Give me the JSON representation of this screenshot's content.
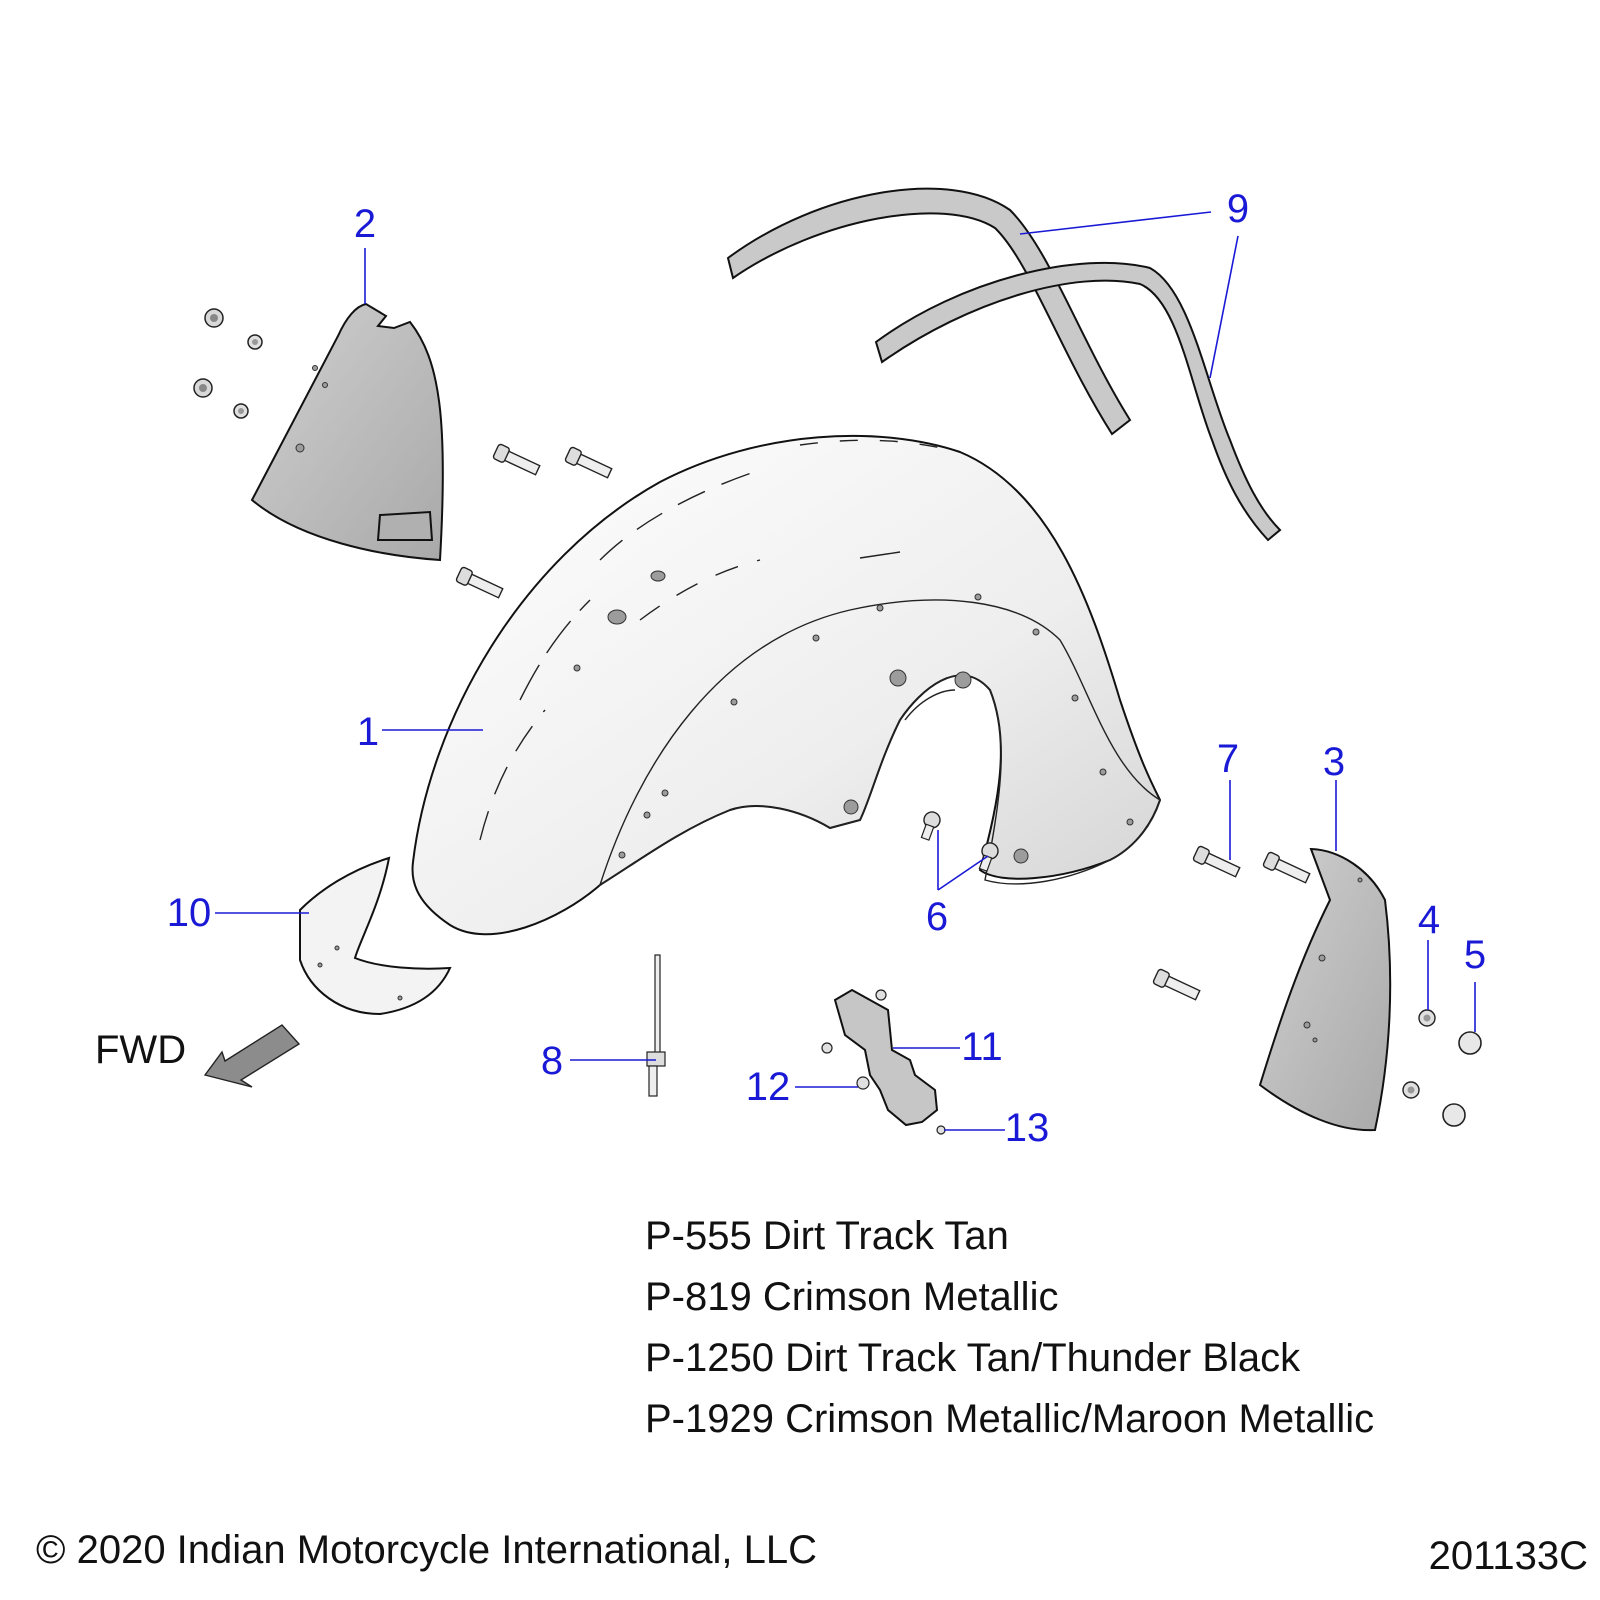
{
  "callouts": [
    "1",
    "2",
    "3",
    "4",
    "5",
    "6",
    "7",
    "8",
    "9",
    "10",
    "11",
    "12",
    "13"
  ],
  "fwd_label": "FWD",
  "paint_codes": [
    "P-555 Dirt Track Tan",
    "P-819 Crimson Metallic",
    "P-1250 Dirt Track Tan/Thunder Black",
    "P-1929 Crimson Metallic/Maroon Metallic"
  ],
  "copyright": "© 2020 Indian Motorcycle International, LLC",
  "drawing_number": "201133C",
  "colors": {
    "callout": "#1a1ad6",
    "fender_fill": "#f1f1f1",
    "panel_fill": "#bdbdbd",
    "strip_fill": "#c9c9c9",
    "arrow_fill": "#8c8c8c"
  }
}
